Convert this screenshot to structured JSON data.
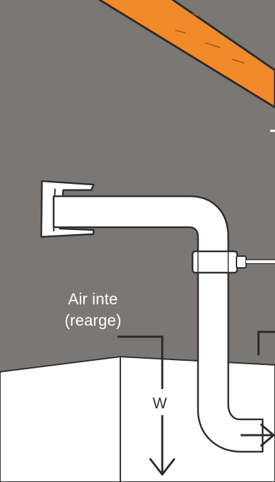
{
  "labels": {
    "air_intake_line1": "Air inte",
    "air_intake_line2": "(rearge)",
    "w_marker": "W"
  },
  "colors": {
    "wall": "#7b7774",
    "beam": "#f18a2b",
    "beam_outline": "#2b2b2b",
    "pipe": "#ffffff",
    "pipe_outline": "#2f2f2f",
    "floor": "#ffffff",
    "label_text": "#ffffff",
    "marker_line": "#2a2a2a"
  }
}
